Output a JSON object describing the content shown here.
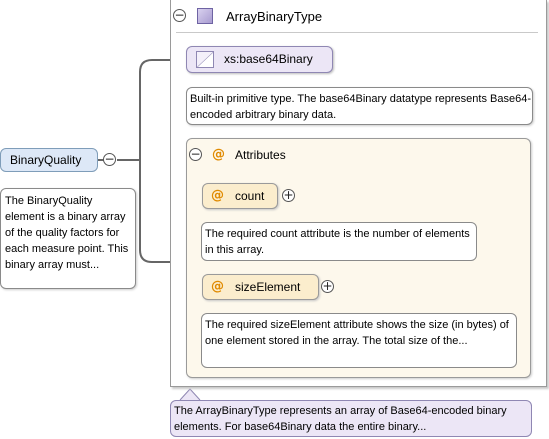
{
  "diagram": {
    "element": {
      "name": "BinaryQuality",
      "doc": "The BinaryQuality element is a binary array of the quality factors for each measure point. This binary array must..."
    },
    "type": {
      "name": "ArrayBinaryType",
      "doc": "The ArrayBinaryType represents an array of Base64-encoded binary elements. For base64Binary data the entire binary..."
    },
    "base": {
      "name": "xs:base64Binary",
      "doc": "Built-in primitive type. The base64Binary datatype represents Base64-encoded arbitrary binary data."
    },
    "attributes": {
      "label": "Attributes",
      "items": [
        {
          "name": "count",
          "doc": "The required count attribute is the number of elements in this array."
        },
        {
          "name": "sizeElement",
          "doc": "The required sizeElement attribute shows the size (in bytes) of one element stored in the array. The total size of the..."
        }
      ]
    },
    "symbols": {
      "at": "@",
      "collapse": "−",
      "expand": "+"
    },
    "colors": {
      "element_fill": "#dde8f7",
      "type_fill": "#ece6f6",
      "attr_fill": "#fbedcd",
      "group_fill": "#fdf8ec",
      "attr_symbol": "#e08a00"
    }
  }
}
